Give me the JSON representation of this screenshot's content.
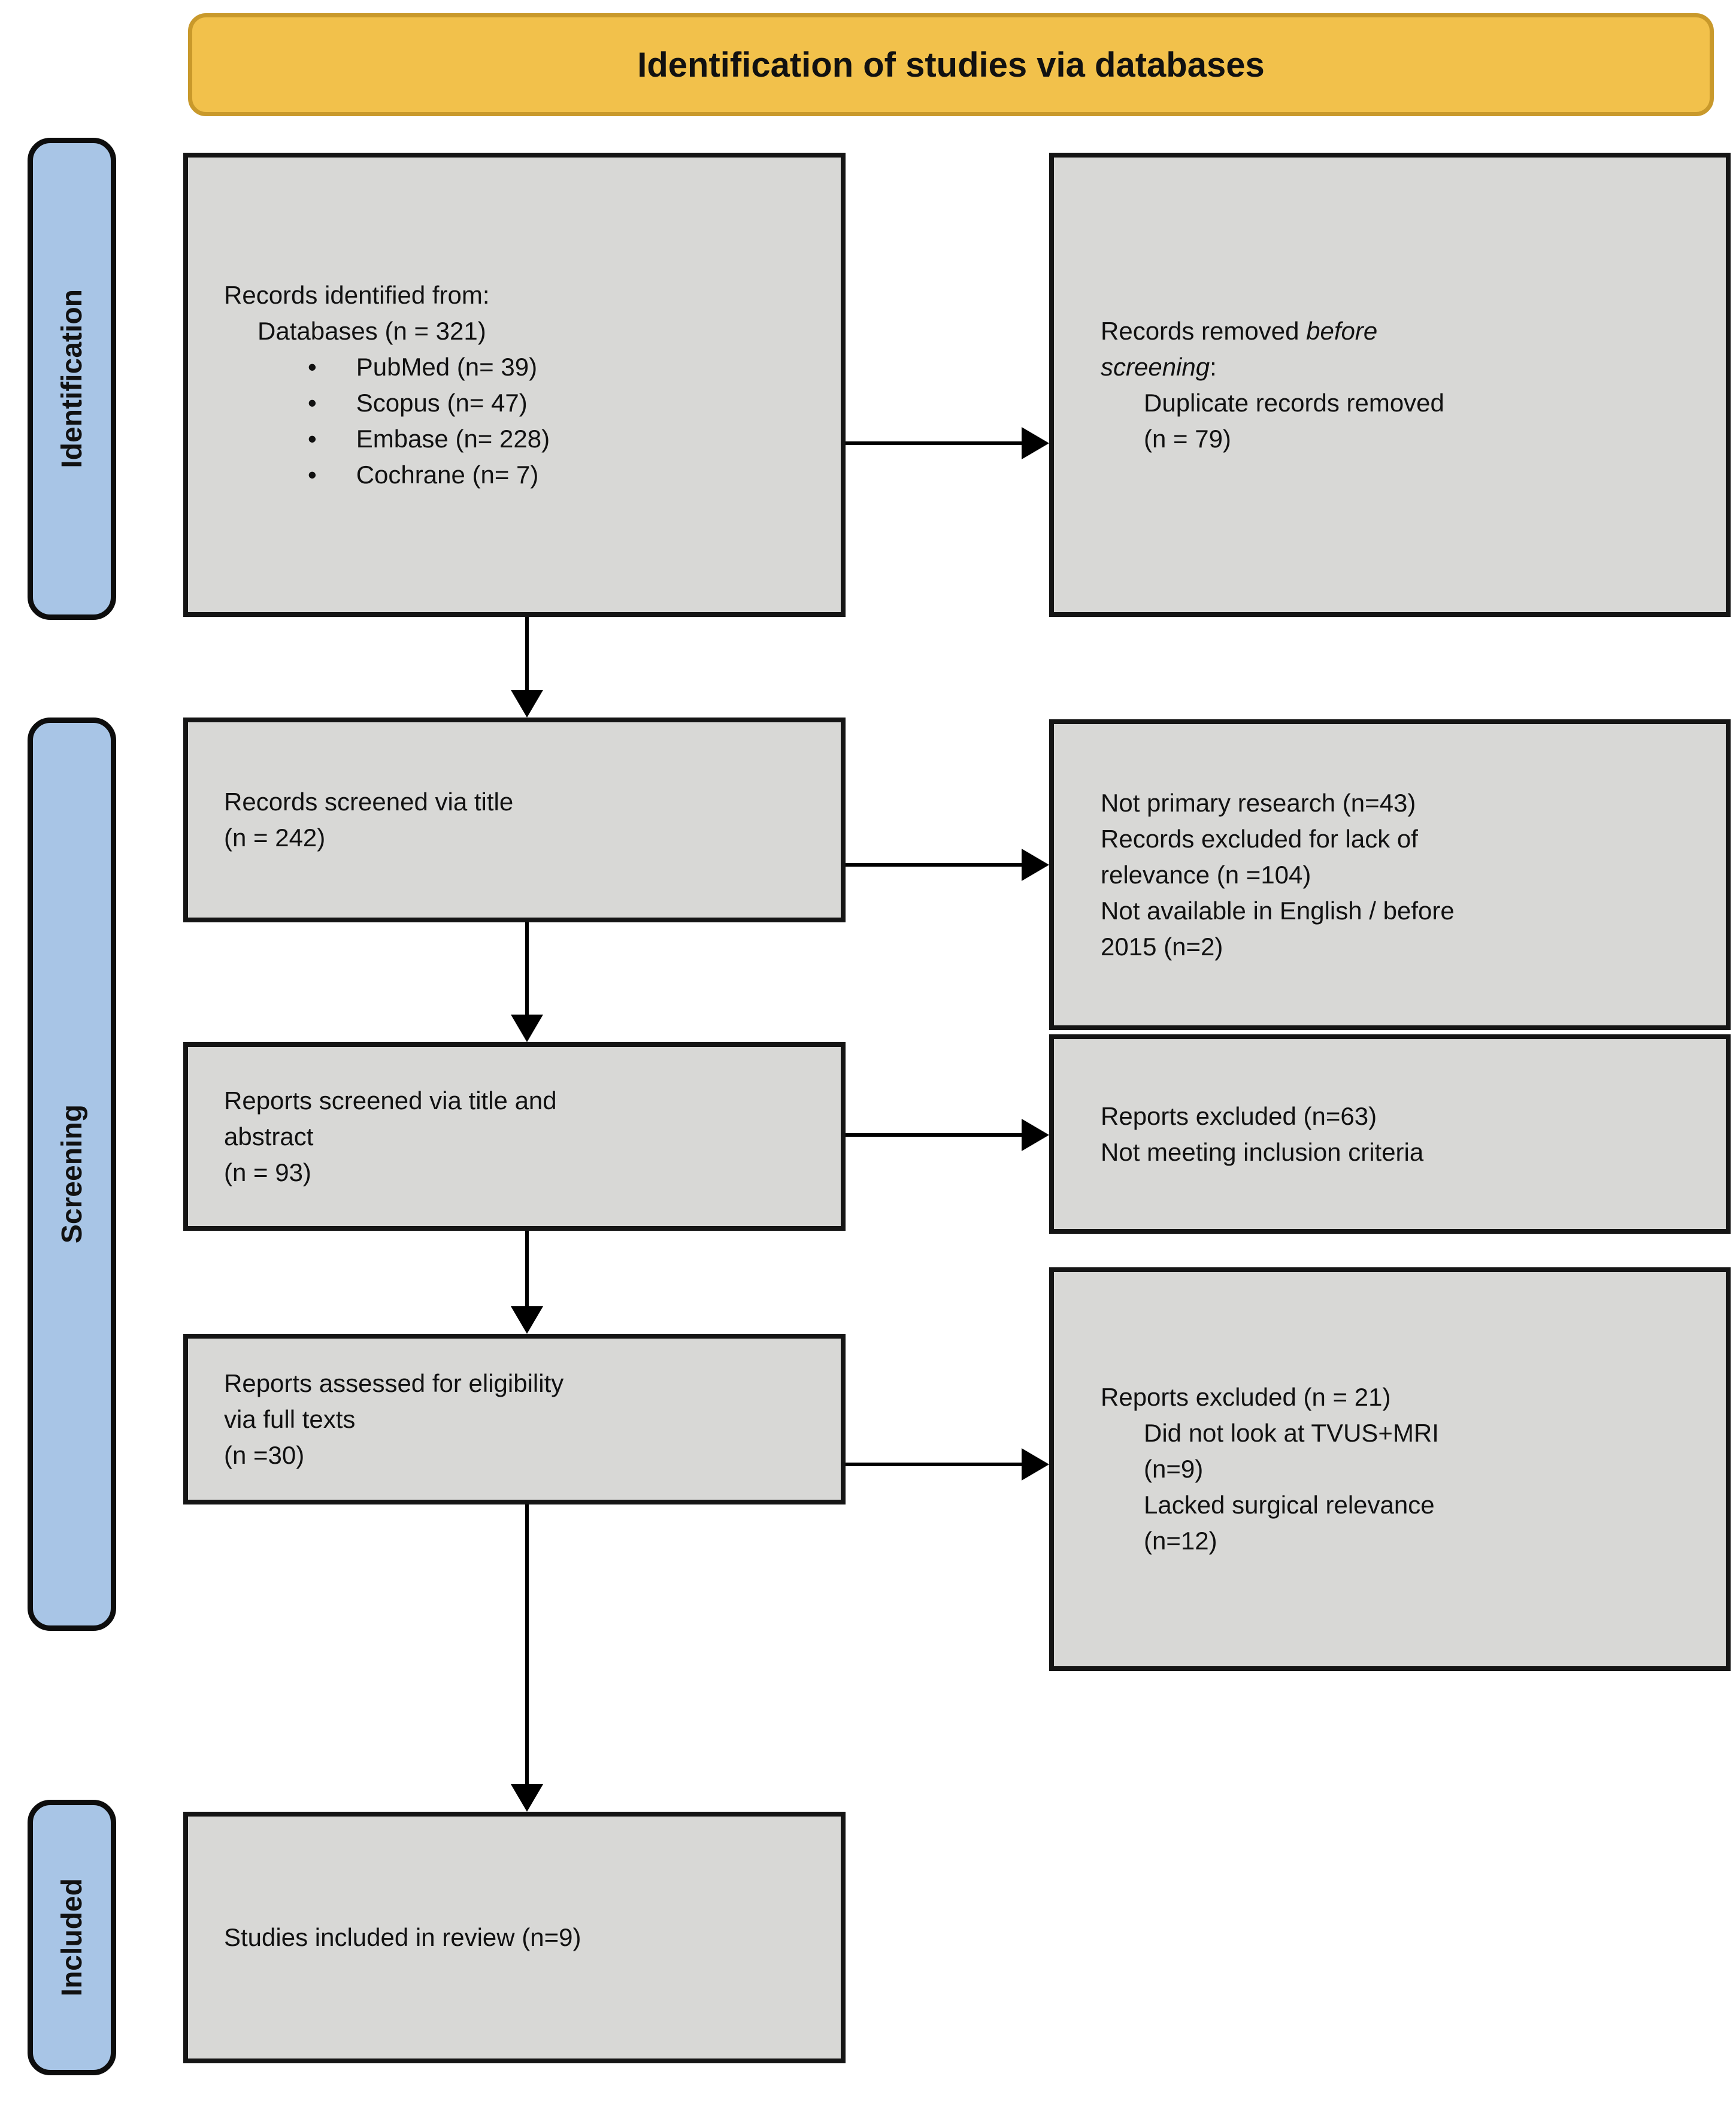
{
  "banner": {
    "label": "Identification of studies via databases"
  },
  "sidebars": {
    "identification": {
      "label": "Identification"
    },
    "screening": {
      "label": "Screening"
    },
    "included": {
      "label": "Included"
    }
  },
  "boxes": {
    "records_identified": {
      "title": "Records identified from:",
      "subtitle": "Databases (n = 321)",
      "bullets": [
        "PubMed (n= 39)",
        "Scopus (n= 47)",
        "Embase (n= 228)",
        "Cochrane (n= 7)"
      ]
    },
    "records_removed": {
      "l1_normal": "Records removed ",
      "l1_italic": "before",
      "l2_italic": "screening",
      "l2_suffix": ":",
      "detail_line1": "Duplicate records removed",
      "detail_line2": "(n = 79)"
    },
    "records_screened": {
      "lines": [
        "Records screened via title",
        "(n = 242)"
      ]
    },
    "excluded_title_screen": {
      "lines": [
        "Not primary research (n=43)",
        "Records excluded for lack of",
        "relevance (n =104)",
        "Not available in English / before",
        "2015 (n=2)"
      ]
    },
    "reports_screened": {
      "lines": [
        "Reports screened via title and",
        "abstract",
        "(n = 93)"
      ]
    },
    "reports_excluded_abstract": {
      "lines": [
        "Reports excluded (n=63)",
        "Not meeting inclusion criteria"
      ]
    },
    "reports_assessed": {
      "lines": [
        "Reports assessed for eligibility",
        "via full texts",
        "(n =30)"
      ]
    },
    "reports_excluded_fulltext": {
      "title": "Reports excluded (n = 21)",
      "detail_lines": [
        "Did not look at TVUS+MRI",
        "(n=9)",
        "Lacked surgical relevance",
        "(n=12)"
      ]
    },
    "studies_included": {
      "title": "Studies included in review (n=9)"
    }
  },
  "colors": {
    "accent_yellow": "#F2C14B",
    "yellow_border": "#C9992B",
    "accent_blue": "#A8C5E6",
    "box_gray": "#D8D8D6",
    "ink": "#111111"
  }
}
